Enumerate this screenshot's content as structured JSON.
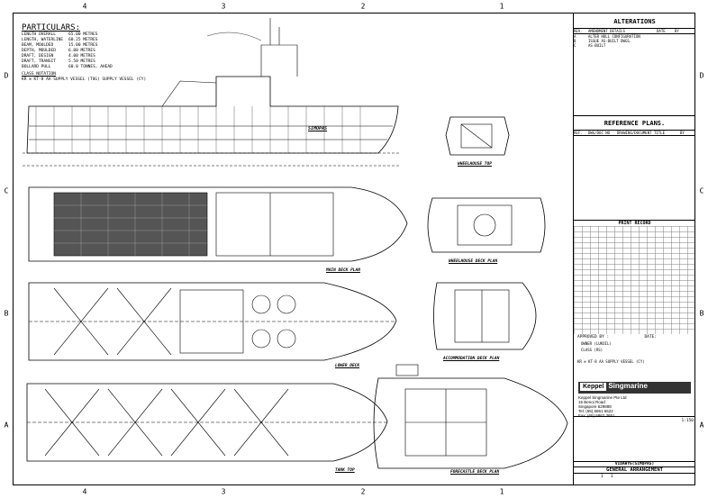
{
  "zones": {
    "columns": [
      "4",
      "3",
      "2",
      "1"
    ],
    "rows": [
      "D",
      "C",
      "B",
      "A"
    ]
  },
  "particulars": {
    "title": "PARTICULARS:",
    "items": [
      {
        "k": "LENGTH OVERALL",
        "v": "65.00 METRES"
      },
      {
        "k": "LENGTH, WATERLINE",
        "v": "60.25 METRES"
      },
      {
        "k": "BEAM, MOULDED",
        "v": "15.00 METRES"
      },
      {
        "k": "DEPTH, MOULDED",
        "v": "6.00 METRES"
      },
      {
        "k": "DRAFT, DESIGN",
        "v": "4.00 METRES"
      },
      {
        "k": "DRAFT, TRANSIT",
        "v": "5.50 METRES"
      },
      {
        "k": "BOLLARD PULL",
        "v": "60.0 TONNES, AHEAD"
      }
    ],
    "class_title": "CLASS NOTATION",
    "class_text": "KR ⊕ KT-8 AA SUPPLY VESSEL (TUG) SUPPLY VESSEL (CY)"
  },
  "views": {
    "wheelhouse_top": "WHEELHOUSE TOP",
    "main_deck": "MAIN DECK PLAN",
    "wheelhouse_deck": "WHEELHOUSE DECK PLAN",
    "lower_deck": "LOWER DECK",
    "accommodation_deck": "ACCOMMODATION DECK PLAN",
    "tank_top": "TANK TOP",
    "forecastle_deck": "FORECASTLE DECK PLAN",
    "ship_name": "SIMOPAS"
  },
  "title_block": {
    "alterations": "ALTERATIONS",
    "alt_headers": [
      "REV.",
      "AMENDMENT DETAILS",
      "DATE",
      "BY"
    ],
    "alt_rows": [
      [
        "A",
        "ALTER HULL CONFIGURATION",
        "",
        "",
        ""
      ],
      [
        "B",
        "ISSUE AS-BUILT DWGS.",
        "",
        "",
        ""
      ],
      [
        "C",
        "AS-BUILT",
        "",
        "",
        ""
      ]
    ],
    "reference": "REFERENCE PLANS.",
    "ref_headers": [
      "REF.",
      "DWG/DOC NO",
      "DRAWING/DOCUMENT TITLE",
      "BY"
    ],
    "print_record": "PRINT RECORD",
    "approved_by": "APPROVED BY :",
    "date_label": "DATE:",
    "owner": "OWNER (LUKOIL)",
    "class": "CLASS (RS)",
    "vessel_text": "KR ⊕ KT-8 AA SUPPLY VESSEL (CY)",
    "keppel_brand": "Keppel",
    "singmarine": "Singmarine",
    "company": "Keppel Singmarine Pte Ltd",
    "addr1": "15 Benoi Road",
    "addr2": "Singapore 629888",
    "tel": "Tel: (65) 6861 6622",
    "fax": "Fax: (65) 6862 3651",
    "vessel_name": "VIDAHYE(SIMOPAS)",
    "drawing_title": "GENERAL ARRANGEMENT",
    "scale": "1:150",
    "sheet": "1",
    "of": "1"
  }
}
